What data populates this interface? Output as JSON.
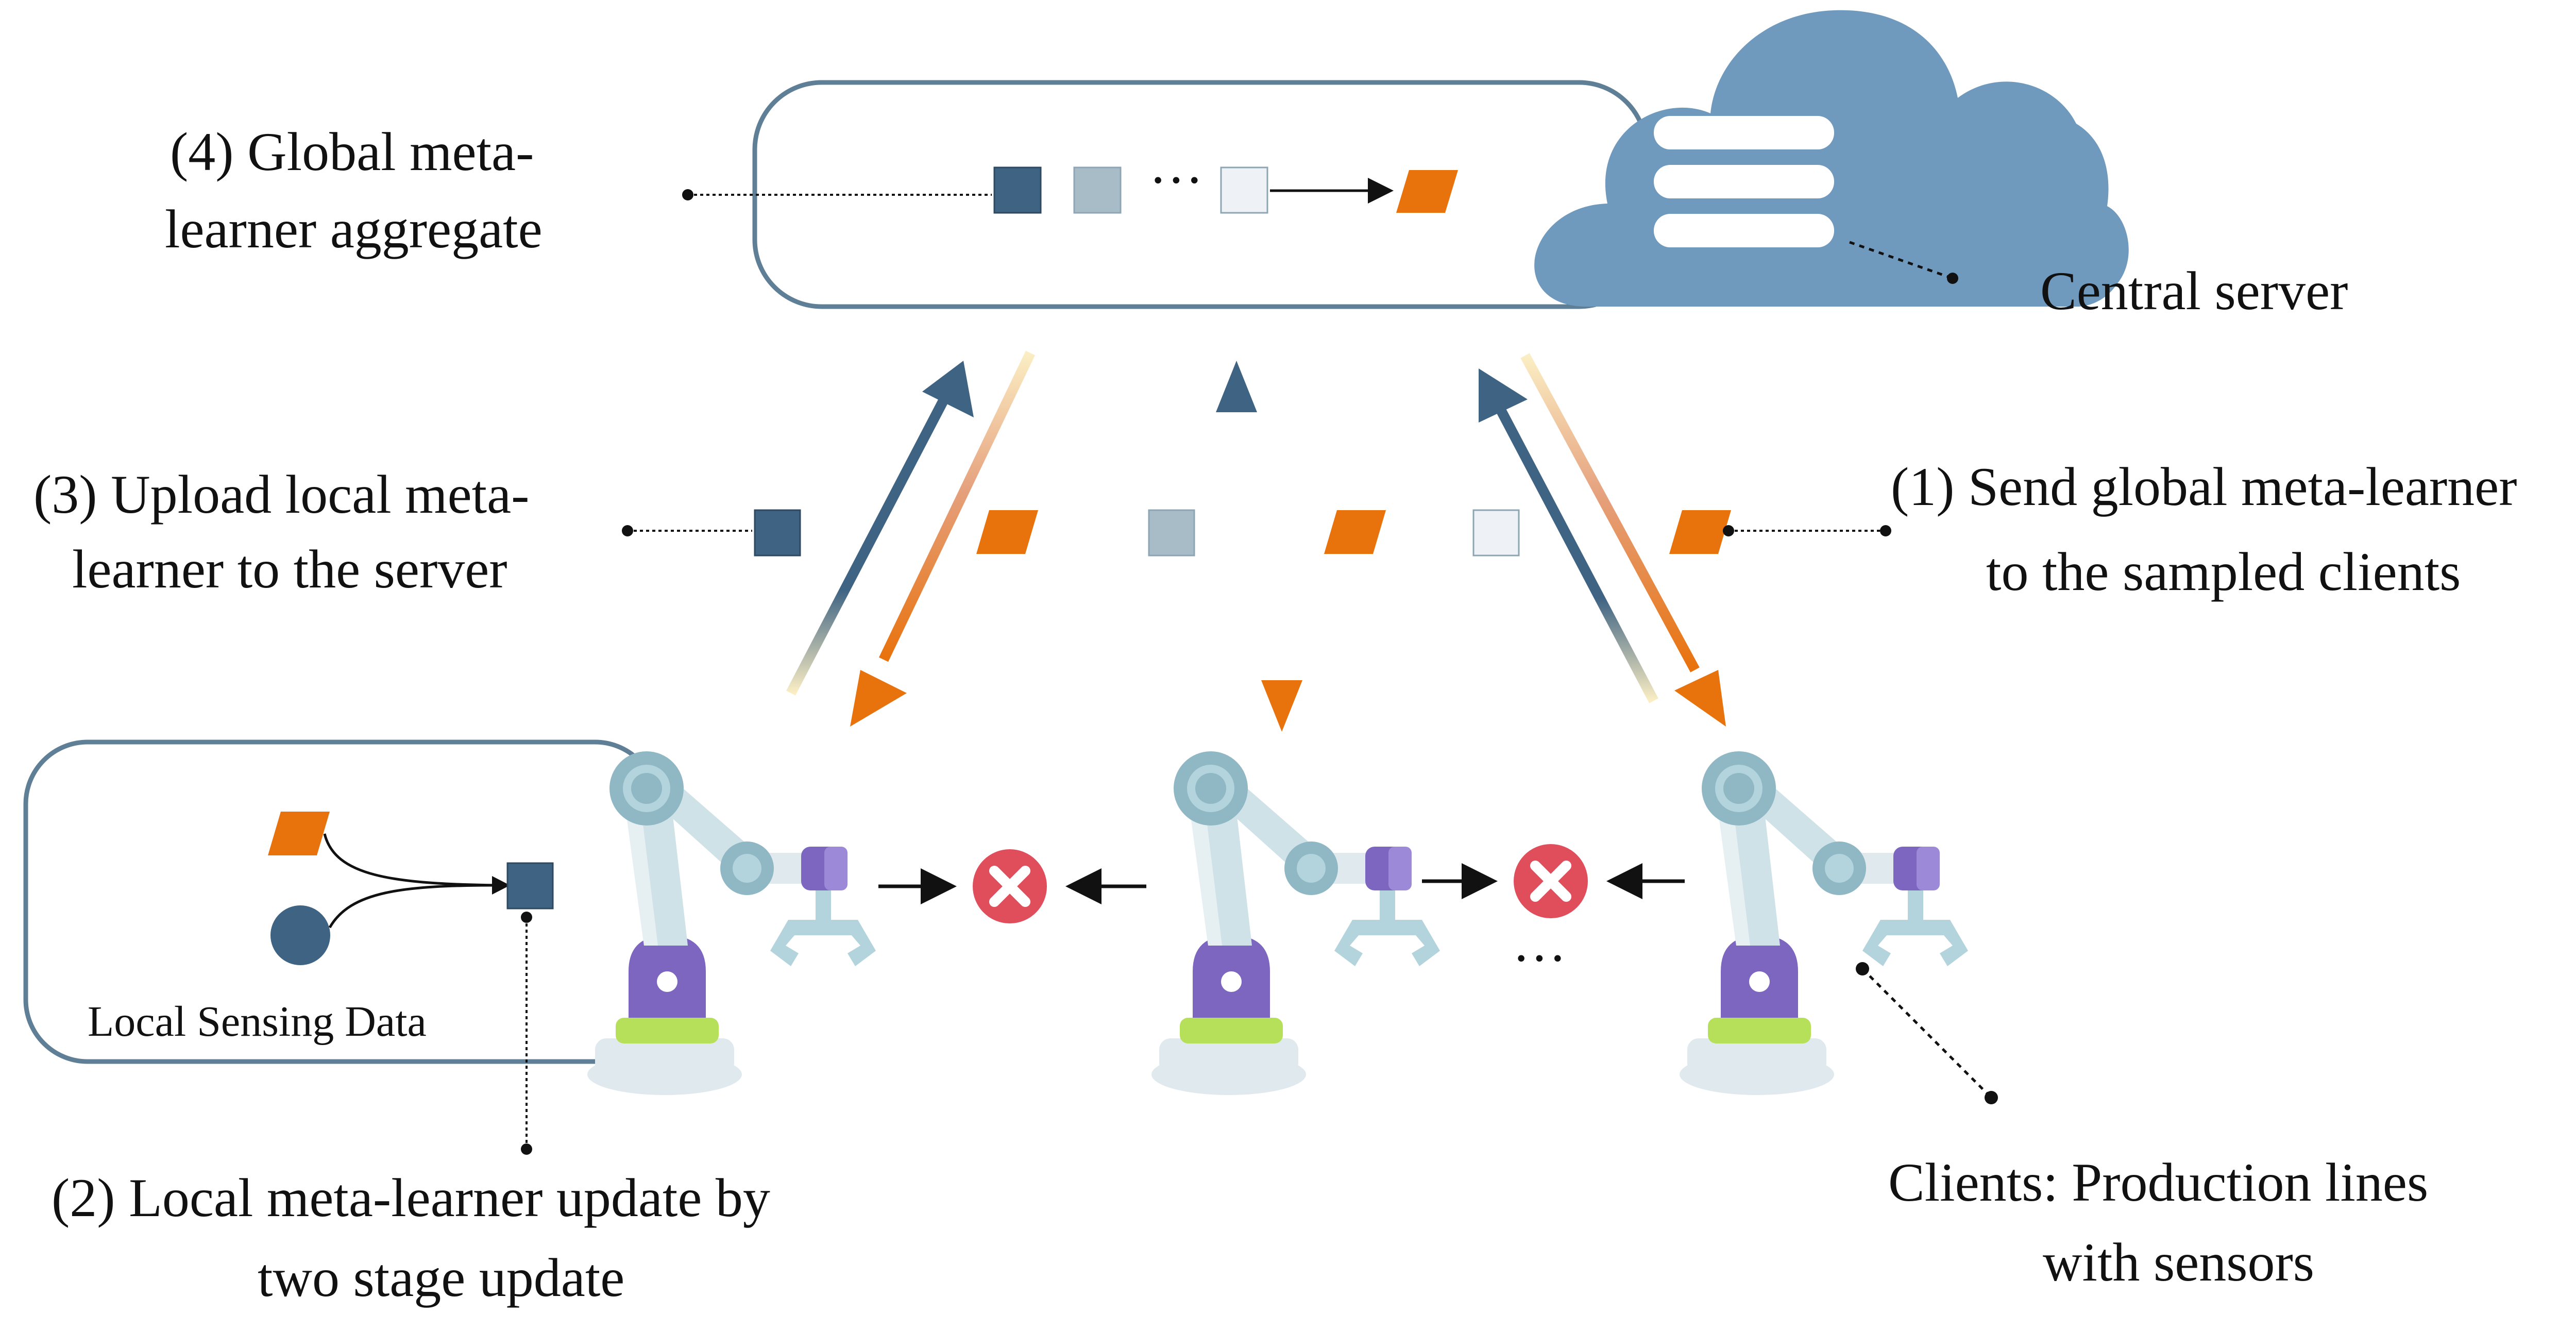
{
  "labels": {
    "global_aggregate_line1": "(4) Global meta-",
    "global_aggregate_line2": "learner aggregate",
    "central_server": "Central server",
    "upload_line1": "(3) Upload local meta-",
    "upload_line2": "learner to the server",
    "send_line1": "(1) Send global meta-learner",
    "send_line2": "to the sampled clients",
    "local_update_line1": "(2) Local meta-learner update by",
    "local_update_line2": "two stage update",
    "local_sensing": "Local Sensing Data",
    "clients_line1": "Clients: Production lines",
    "clients_line2": "with  sensors",
    "ellipsis_server": "···",
    "ellipsis_clients": "···"
  },
  "colors": {
    "dark_blue": "#3e6383",
    "mid_gray_blue": "#a8bcc8",
    "light_gray": "#eef1f6",
    "orange": "#e8720c",
    "cloud": "#6f9abe",
    "box_stroke": "#5f7f97",
    "red_x": "#e04e5c",
    "robot_teal": "#8fb8c4",
    "robot_purple": "#7d66c0",
    "robot_green": "#b6e05a"
  }
}
